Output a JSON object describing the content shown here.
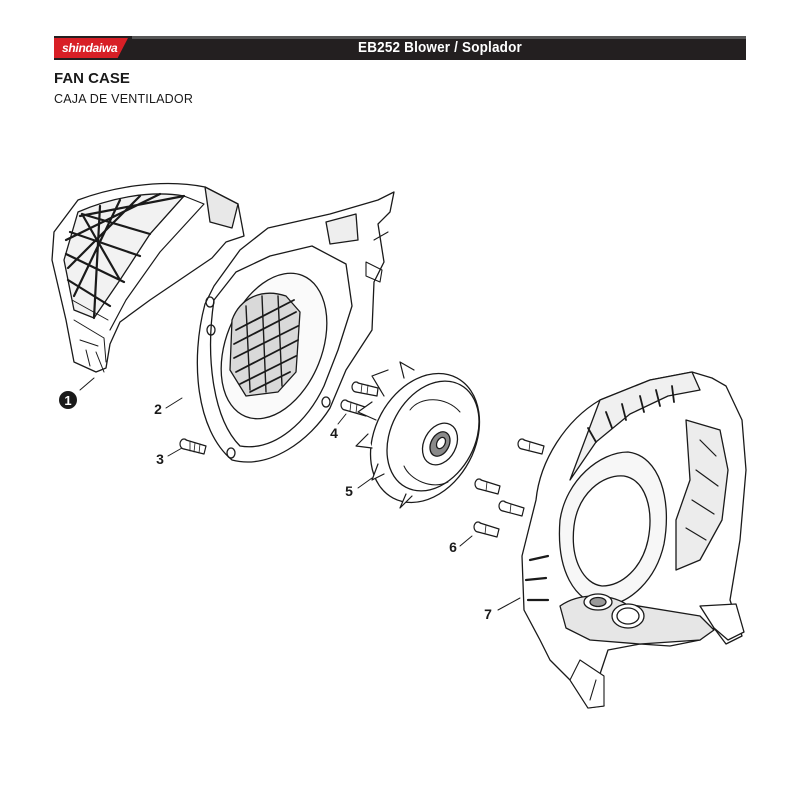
{
  "header": {
    "brand": "shindaiwa",
    "title": "EB252 Blower / Soplador"
  },
  "section": {
    "title": "FAN CASE",
    "subtitle": "CAJA DE VENTILADOR"
  },
  "callouts": {
    "c1": "1",
    "c2": "2",
    "c3": "3",
    "c4": "4",
    "c5": "5",
    "c6": "6",
    "c7": "7"
  },
  "colors": {
    "brand_red": "#d81f26",
    "header_bar": "#231f20"
  }
}
